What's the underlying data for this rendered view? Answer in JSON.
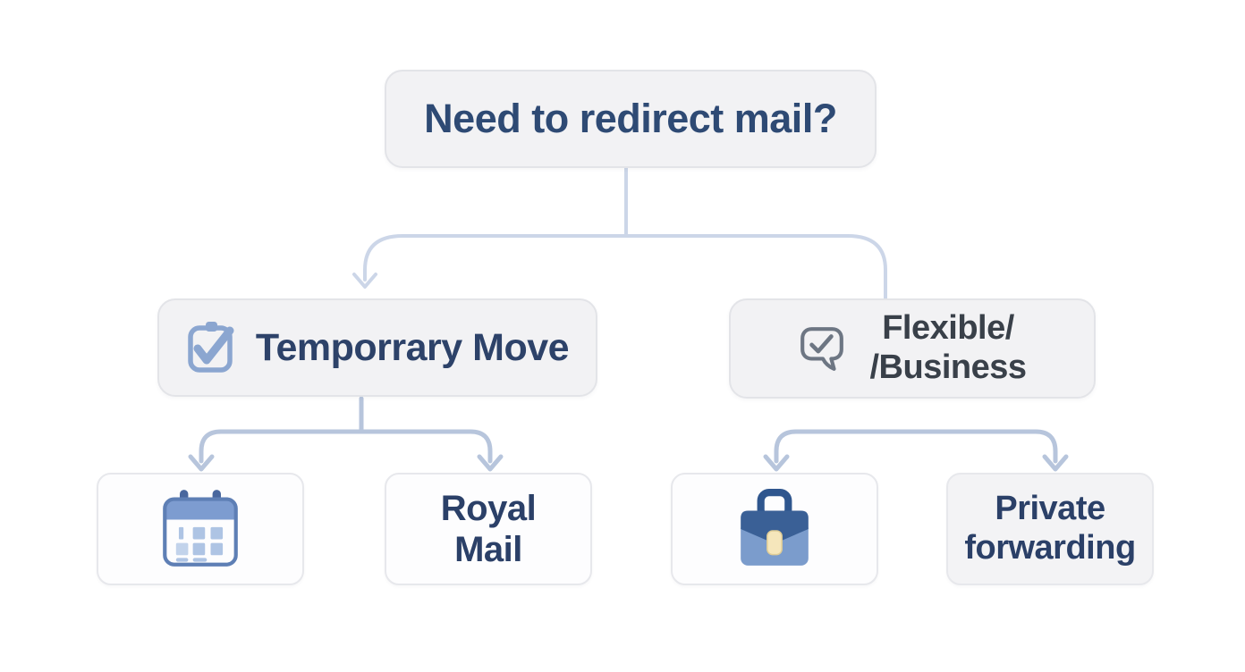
{
  "diagram": {
    "title_node": {
      "label": "Need to redirect mail?"
    },
    "branches": [
      {
        "id": "temporary-move",
        "label": "Temporrary Move",
        "icon": "clipboard-check-icon"
      },
      {
        "id": "flexible-business",
        "label_line1": "Flexible/",
        "label_line2": "/Business",
        "icon": "speech-bubble-check-icon"
      }
    ],
    "leaves": [
      {
        "id": "calendar",
        "icon": "calendar-icon"
      },
      {
        "id": "royal-mail",
        "label_line1": "Royal",
        "label_line2": "Mail"
      },
      {
        "id": "briefcase",
        "icon": "briefcase-icon"
      },
      {
        "id": "private-forwarding",
        "label_line1": "Private",
        "label_line2": "forwarding"
      }
    ],
    "colors": {
      "background": "#ffffff",
      "box_fill_gray": "#f2f2f4",
      "box_fill_white": "#fdfdfe",
      "box_border": "#e3e4e8",
      "text_navy": "#2d4269",
      "text_charcoal": "#394049",
      "connector_light": "#ccd6e8",
      "connector_mid": "#b7c5dc",
      "icon_clipboard_blue": "#8ba6d0",
      "icon_bubble_gray": "#6d7683",
      "calendar_header_blue": "#7d9cd0",
      "calendar_peg_blue": "#49679e",
      "calendar_border_blue": "#5e7fb5",
      "calendar_cell_blue": "#aec4e4",
      "briefcase_dark_blue": "#3a6096",
      "briefcase_light_blue": "#7b9ccc",
      "briefcase_clasp_cream": "#f5e6bb"
    }
  }
}
